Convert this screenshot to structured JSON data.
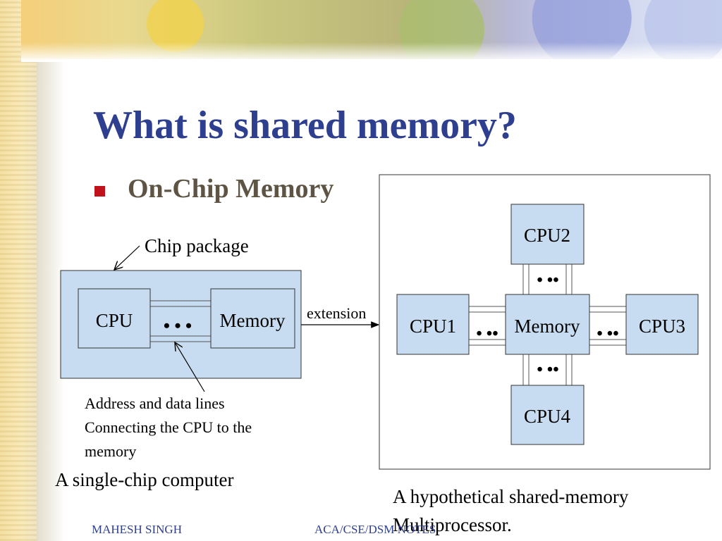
{
  "slide": {
    "title": "What is shared memory?",
    "bullet": "On-Chip Memory"
  },
  "single_chip": {
    "chip_package_label": "Chip package",
    "cpu_label": "CPU",
    "memory_label": "Memory",
    "bus_dots": "• • •",
    "lines_caption_1": "Address and data lines",
    "lines_caption_2": "Connecting the CPU to the",
    "lines_caption_3": "memory",
    "caption": "A single-chip computer"
  },
  "extension_label": "extension",
  "multiprocessor": {
    "cpu_top": "CPU2",
    "cpu_left": "CPU1",
    "cpu_right": "CPU3",
    "cpu_bottom": "CPU4",
    "memory_label": "Memory",
    "bus_dots": "• ••",
    "caption_line1": "A hypothetical shared-memory",
    "caption_line2": "Multiprocessor."
  },
  "footer": {
    "author": "MAHESH SINGH",
    "course": "ACA/CSE/DSM NOTES"
  },
  "colors": {
    "title": "#2e3f8f",
    "bullet": "#c0121b",
    "box_fill": "#c7dcf0",
    "footer": "#2e3f8f"
  }
}
